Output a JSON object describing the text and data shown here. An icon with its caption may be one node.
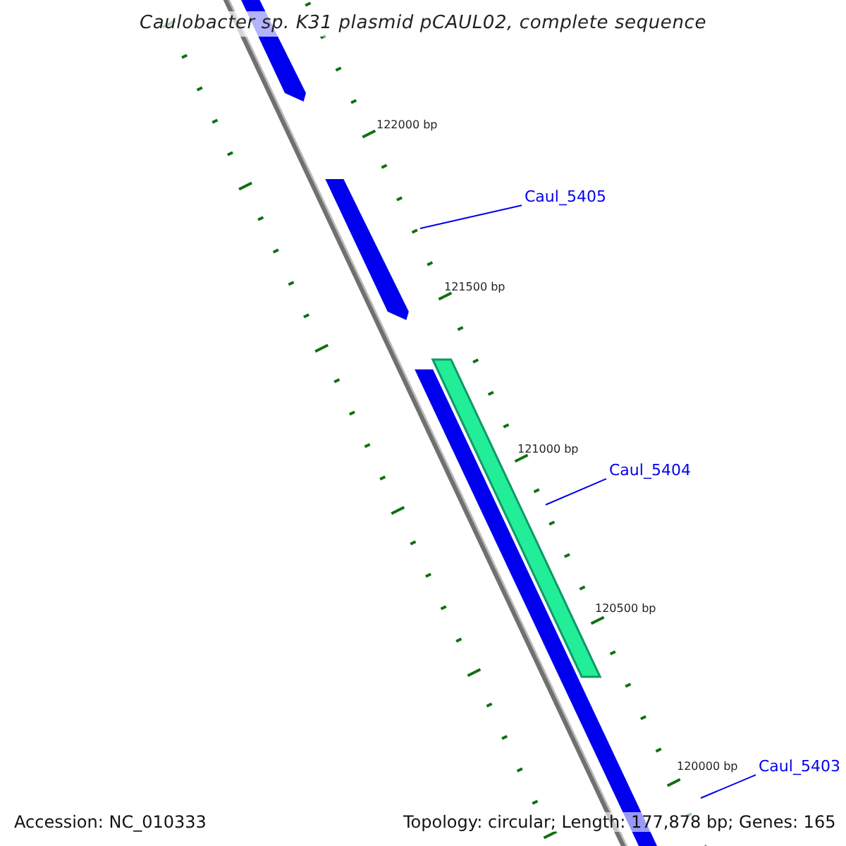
{
  "diagram": {
    "title": "Caulobacter sp. K31 plasmid pCAUL02, complete sequence",
    "nodes": [
      {
        "text": [
          "Caul_5405"
        ]
      },
      {
        "text": [
          "Caul_5404"
        ]
      },
      {
        "text": [
          "Caul_5403"
        ]
      }
    ],
    "edges": [
      {
        "from": 0,
        "to": null,
        "arrow": "none"
      },
      {
        "from": 1,
        "to": null,
        "arrow": "none"
      },
      {
        "from": 2,
        "to": null,
        "arrow": "none"
      }
    ],
    "labels": [
      "122000 bp",
      "121500 bp",
      "121000 bp",
      "120500 bp",
      "120000 bp",
      "Accession: NC_010333",
      "Topology: circular; Length: 177,878 bp; Genes: 165"
    ]
  }
}
